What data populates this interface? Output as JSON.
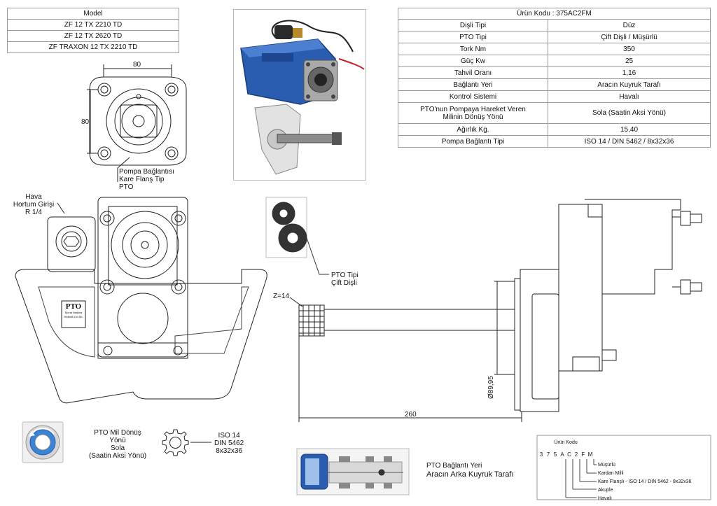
{
  "models": {
    "header": "Model",
    "rows": [
      "ZF 12 TX 2210 TD",
      "ZF 12 TX 2620 TD",
      "ZF TRAXON 12 TX 2210 TD"
    ]
  },
  "specs": {
    "title": "Ürün Kodu : 375AC2FM",
    "rows": [
      {
        "label": "Dişli Tipi",
        "value": "Düz"
      },
      {
        "label": "PTO Tipi",
        "value": "Çift Dişli / Müşürlü"
      },
      {
        "label": "Tork Nm",
        "value": "350"
      },
      {
        "label": "Güç Kw",
        "value": "25"
      },
      {
        "label": "Tahvil Oranı",
        "value": "1,16"
      },
      {
        "label": "Bağlantı Yeri",
        "value": "Aracın Kuyruk Tarafı"
      },
      {
        "label": "Kontrol Sistemi",
        "value": "Havalı"
      },
      {
        "label": "PTO'nun Pompaya Hareket Veren Milinin Dönüş Yönü",
        "value": "Sola (Saatin Aksi Yönü)"
      },
      {
        "label": "Ağırlık Kg.",
        "value": "15,40"
      },
      {
        "label": "Pompa Bağlantı Tipi",
        "value": "ISO 14 / DIN 5462 / 8x32x36"
      }
    ]
  },
  "flange": {
    "dim_w": "80",
    "dim_h": "80",
    "label": [
      "Pompa Bağlantısı",
      "Kare Flanş Tip",
      "PTO"
    ]
  },
  "air": {
    "label": [
      "Hava",
      "Hortum Girişi",
      "R 1/4"
    ]
  },
  "gear": {
    "label": [
      "PTO Tipi",
      "Çift Dişli"
    ]
  },
  "shaft": {
    "z": "Z=14",
    "diameter": "Ø89,95",
    "length": "260"
  },
  "logo": {
    "main": "PTO",
    "sub1": "Murat Makina",
    "sub2": "Hidrolik Ltd.Şti."
  },
  "rotation": {
    "label": [
      "PTO Mil Dönüş Yönü",
      "Sola",
      "(Saatin Aksi Yönü)"
    ]
  },
  "spline": {
    "label": [
      "ISO 14",
      "DIN 5462",
      "8x32x36"
    ]
  },
  "mount": {
    "label1": "PTO Bağlantı Yeri",
    "label2": "Aracın Arka Kuyruk Tarafı"
  },
  "code": {
    "title": "Ürün Kodu",
    "chars": [
      "3",
      "7",
      "5",
      "A",
      "C",
      "2",
      "F",
      "M"
    ],
    "legend": [
      "Müşürlü",
      "Kardan Milli",
      "Kare Flanşlı - ISO 14 / DIN 5462 - 8x32x36",
      "Akuple",
      "Havalı"
    ]
  },
  "colors": {
    "pto_blue": "#2a5db0",
    "line": "#222222"
  }
}
